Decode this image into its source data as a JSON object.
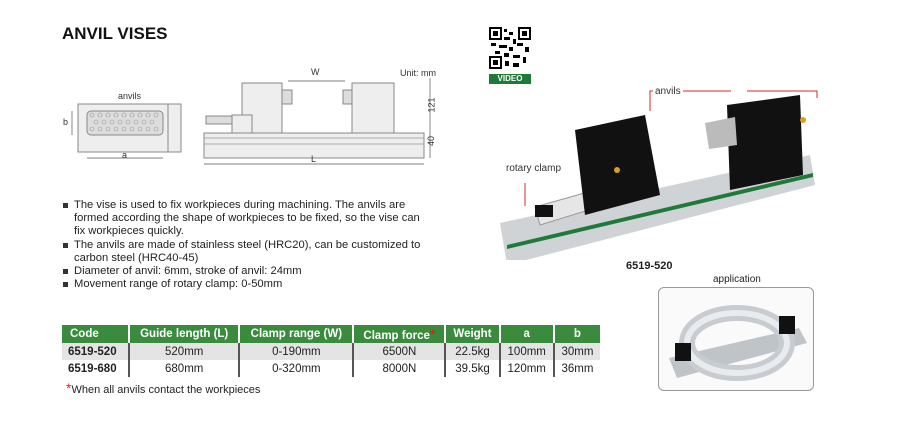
{
  "title": "ANVIL VISES",
  "diagram": {
    "anvils_label": "anvils",
    "a_label": "a",
    "b_label": "b",
    "w_label": "W",
    "l_label": "L",
    "unit": "Unit: mm",
    "height_121": "121",
    "height_40": "40"
  },
  "video_label": "VIDEO",
  "photo": {
    "anvils_callout": "anvils",
    "rotary_clamp_callout": "rotary clamp",
    "model": "6519-520",
    "application_label": "application"
  },
  "features": [
    "The vise is used to fix workpieces during machining. The anvils are formed according the shape of workpieces to be fixed, so the vise can fix workpieces quickly.",
    "The anvils are made of stainless steel (HRC20), can be customized to carbon steel (HRC40-45)",
    "Diameter of anvil: 6mm, stroke of anvil: 24mm",
    "Movement range of rotary clamp: 0-50mm"
  ],
  "table": {
    "headers": [
      "Code",
      "Guide length (L)",
      "Clamp range (W)",
      "Clamp force",
      "Weight",
      "a",
      "b"
    ],
    "clamp_force_marker": "*",
    "rows": [
      [
        "6519-520",
        "520mm",
        "0-190mm",
        "6500N",
        "22.5kg",
        "100mm",
        "30mm"
      ],
      [
        "6519-680",
        "680mm",
        "0-320mm",
        "8000N",
        "39.5kg",
        "120mm",
        "36mm"
      ]
    ]
  },
  "note": {
    "marker": "*",
    "text": "When all anvils contact the workpieces"
  },
  "colors": {
    "header_green": "#3b8b3f",
    "callout_red": "#d62828"
  }
}
